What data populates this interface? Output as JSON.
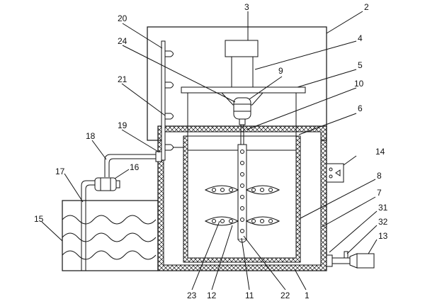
{
  "labels": {
    "l1": "1",
    "l2": "2",
    "l3": "3",
    "l4": "4",
    "l5": "5",
    "l6": "6",
    "l7": "7",
    "l8": "8",
    "l9": "9",
    "l10": "10",
    "l11": "11",
    "l12": "12",
    "l13": "13",
    "l14": "14",
    "l15": "15",
    "l16": "16",
    "l17": "17",
    "l18": "18",
    "l19": "19",
    "l20": "20",
    "l21": "21",
    "l22": "22",
    "l23": "23",
    "l24": "24",
    "l31": "31",
    "l32": "32"
  }
}
